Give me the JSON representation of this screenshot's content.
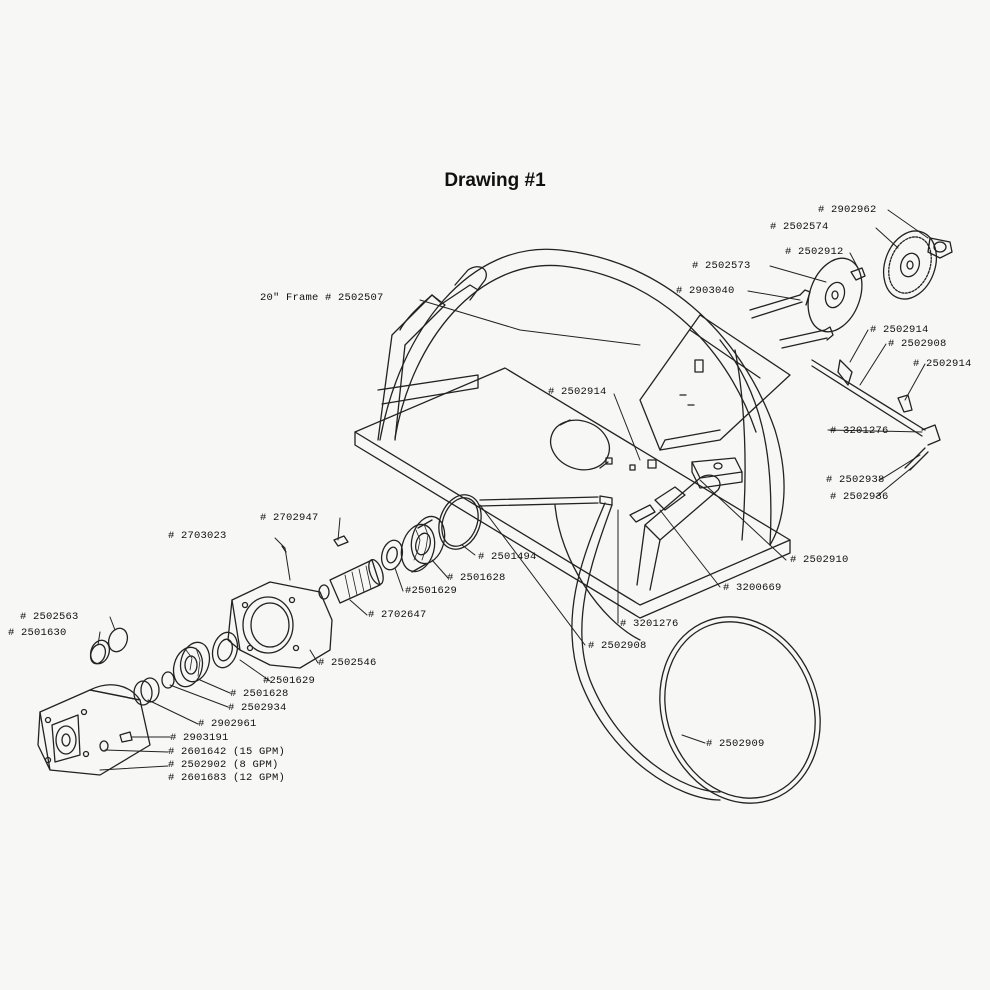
{
  "title": "Drawing #1",
  "labels": {
    "frame": "20\" Frame # 2502507",
    "p2902962": "# 2902962",
    "p2502574": "# 2502574",
    "p2502912": "# 2502912",
    "p2502573": "# 2502573",
    "p2903040": "# 2903040",
    "p2502914a": "# 2502914",
    "p2502908a": "# 2502908",
    "p2502914b": "# 2502914",
    "p2502914c": "# 2502914",
    "p3201276a": "# 3201276",
    "p2502938": "# 2502938",
    "p2502936": "# 2502936",
    "p2702947": "# 2702947",
    "p2703023": "# 2703023",
    "p2501494": "# 2501494",
    "p2501628a": "# 2501628",
    "p2501629a": "#2501629",
    "p2502910": "# 2502910",
    "p3200669": "# 3200669",
    "p2702647": "# 2702647",
    "p3201276b": "# 3201276",
    "p2502908b": "# 2502908",
    "p2502563": "# 2502563",
    "p2501630": "# 2501630",
    "p2501629b": "#2501629",
    "p2502546": "# 2502546",
    "p2501628b": "# 2501628",
    "p2502934": "# 2502934",
    "p2902961": "# 2902961",
    "p2903191": "# 2903191",
    "p2601642": "# 2601642 (15 GPM)",
    "p2502902": "# 2502902 (8 GPM)",
    "p2601683": "# 2601683 (12 GPM)",
    "p2502909": "# 2502909"
  }
}
